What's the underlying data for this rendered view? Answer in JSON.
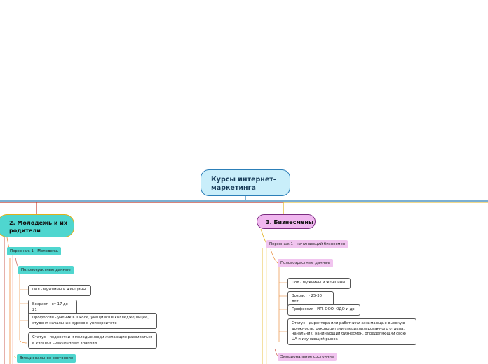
{
  "root": {
    "title": "Курсы интернет-маркетинга"
  },
  "branches": [
    {
      "title": "2. Молодежь и их родители",
      "persona": "Персонаж 1 - Молодежь",
      "demographics": "Половозрастные данные",
      "items": [
        "Пол - мужчины и женщины",
        "Возраст - от 17 до 21",
        "Профессия - ученик в школе, учащийся в колледже/лицее, студент начальных курсов в университете",
        "Статус - подростки и молодые люди желающие развиваться и учиться современным знаниям"
      ],
      "emotional": "Эмоциональное состояние"
    },
    {
      "title": "3. Бизнесмены",
      "persona": "Персонаж 1 - начинающий бизнесмен",
      "demographics": "Половозрастные данные",
      "items": [
        "Пол - мужчины и женщины",
        "Возраст - 25-30 лет",
        "Профессия - ИП, ООО, ОДО и др.",
        "Статус - директора или работники занимающие высокую должность, руководители специализированного отдела, начальник, начинающий бизнесмен, определяющий свою ЦА и изучающий рынок"
      ],
      "emotional": "Эмоциональное состояние"
    }
  ],
  "colors": {
    "root_fill": "#c9eefa",
    "teal": "#4fd6cf",
    "pink": "#f0b7ef",
    "wire_red": "#c0392b",
    "wire_blue": "#2c7fb8",
    "wire_gold": "#e2b019"
  }
}
